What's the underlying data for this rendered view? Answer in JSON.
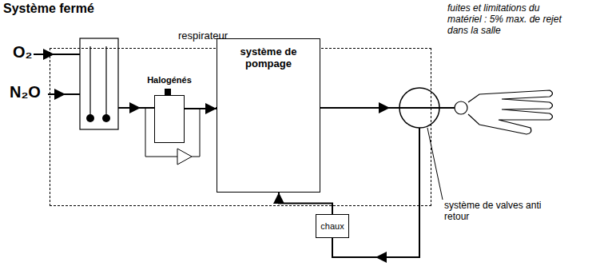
{
  "diagram": {
    "title": "Système fermé",
    "nodes": [
      {
        "text": [
          "respirateur"
        ]
      },
      {
        "text": [
          "Halogénés"
        ],
        "in": 0
      },
      {
        "text": [
          "système de pompage"
        ],
        "in": 0
      },
      {
        "text": [
          "chaux"
        ]
      }
    ],
    "edges": [
      {
        "from": 1,
        "to": 2,
        "arrow": "to"
      },
      {
        "from": 3,
        "to": 2,
        "arrow": "to"
      }
    ],
    "labels": [
      "O₂",
      "N₂O",
      "fuites et limitations du matériel : 5% max. de rejet dans la salle",
      "système de valves anti retour"
    ]
  }
}
